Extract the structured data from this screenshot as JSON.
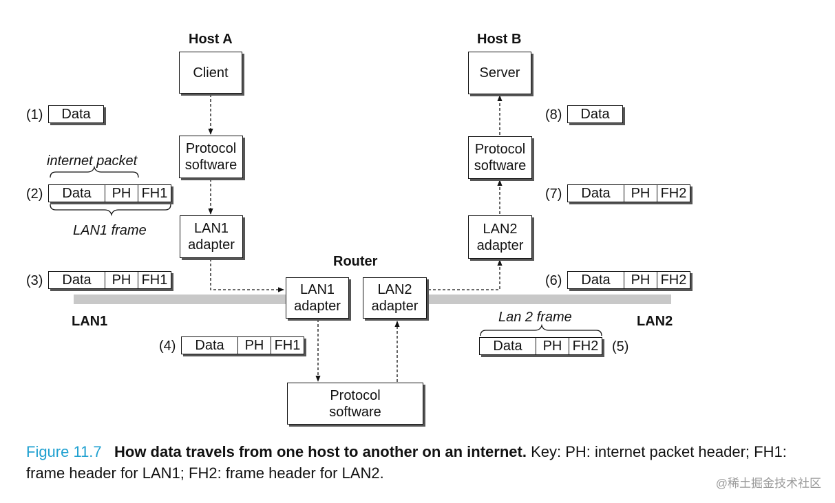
{
  "hosts": {
    "host_a": {
      "title": "Host A",
      "app": "Client",
      "protocol": [
        "Protocol",
        "software"
      ],
      "adapter": [
        "LAN1",
        "adapter"
      ]
    },
    "host_b": {
      "title": "Host B",
      "app": "Server",
      "protocol": [
        "Protocol",
        "software"
      ],
      "adapter": [
        "LAN2",
        "adapter"
      ]
    }
  },
  "router": {
    "title": "Router",
    "lan1_adapter": [
      "LAN1",
      "adapter"
    ],
    "lan2_adapter": [
      "LAN2",
      "adapter"
    ],
    "protocol": [
      "Protocol",
      "software"
    ]
  },
  "networks": {
    "lan1": "LAN1",
    "lan2": "LAN2"
  },
  "annotations": {
    "internet_packet": "internet packet",
    "lan1_frame": "LAN1 frame",
    "lan2_frame": "Lan 2 frame"
  },
  "steps": [
    {
      "label": "(1)",
      "cells": [
        "Data"
      ]
    },
    {
      "label": "(2)",
      "cells": [
        "Data",
        "PH",
        "FH1"
      ]
    },
    {
      "label": "(3)",
      "cells": [
        "Data",
        "PH",
        "FH1"
      ]
    },
    {
      "label": "(4)",
      "cells": [
        "Data",
        "PH",
        "FH1"
      ]
    },
    {
      "label": "(5)",
      "cells": [
        "Data",
        "PH",
        "FH2"
      ]
    },
    {
      "label": "(6)",
      "cells": [
        "Data",
        "PH",
        "FH2"
      ]
    },
    {
      "label": "(7)",
      "cells": [
        "Data",
        "PH",
        "FH2"
      ]
    },
    {
      "label": "(8)",
      "cells": [
        "Data"
      ]
    }
  ],
  "caption": {
    "figure": "Figure 11.7",
    "title": "How data travels from one host to another on an internet.",
    "key": "Key: PH: internet packet header; FH1: frame header for LAN1; FH2: frame header for LAN2."
  },
  "watermark": "@稀土掘金技术社区"
}
